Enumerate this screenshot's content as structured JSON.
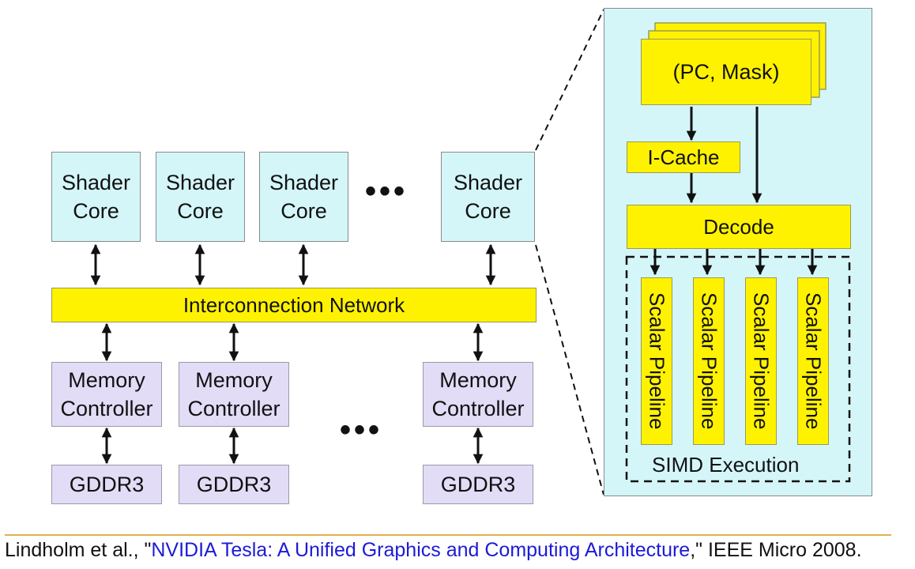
{
  "shader_cores": [
    {
      "label_line1": "Shader",
      "label_line2": "Core"
    },
    {
      "label_line1": "Shader",
      "label_line2": "Core"
    },
    {
      "label_line1": "Shader",
      "label_line2": "Core"
    },
    {
      "label_line1": "Shader",
      "label_line2": "Core"
    }
  ],
  "ellipsis": "•••",
  "interconnect": "Interconnection Network",
  "memory_controllers": [
    {
      "line1": "Memory",
      "line2": "Controller"
    },
    {
      "line1": "Memory",
      "line2": "Controller"
    },
    {
      "line1": "Memory",
      "line2": "Controller"
    }
  ],
  "gddr": [
    "GDDR3",
    "GDDR3",
    "GDDR3"
  ],
  "core_detail": {
    "pc_mask": "(PC, Mask)",
    "icache": "I-Cache",
    "decode": "Decode",
    "pipelines": [
      "Scalar Pipeline",
      "Scalar Pipeline",
      "Scalar Pipeline",
      "Scalar Pipeline"
    ],
    "simd_label": "SIMD Execution"
  },
  "citation": {
    "prefix": "Lindholm et al., \"",
    "link": "NVIDIA Tesla: A Unified Graphics and Computing Architecture",
    "suffix": ",\" IEEE Micro 2008."
  },
  "colors": {
    "shader_fill": "#d4f6f8",
    "yellow_fill": "#fff200",
    "memory_fill": "#e2dcf7",
    "link": "#1b1bd8"
  }
}
